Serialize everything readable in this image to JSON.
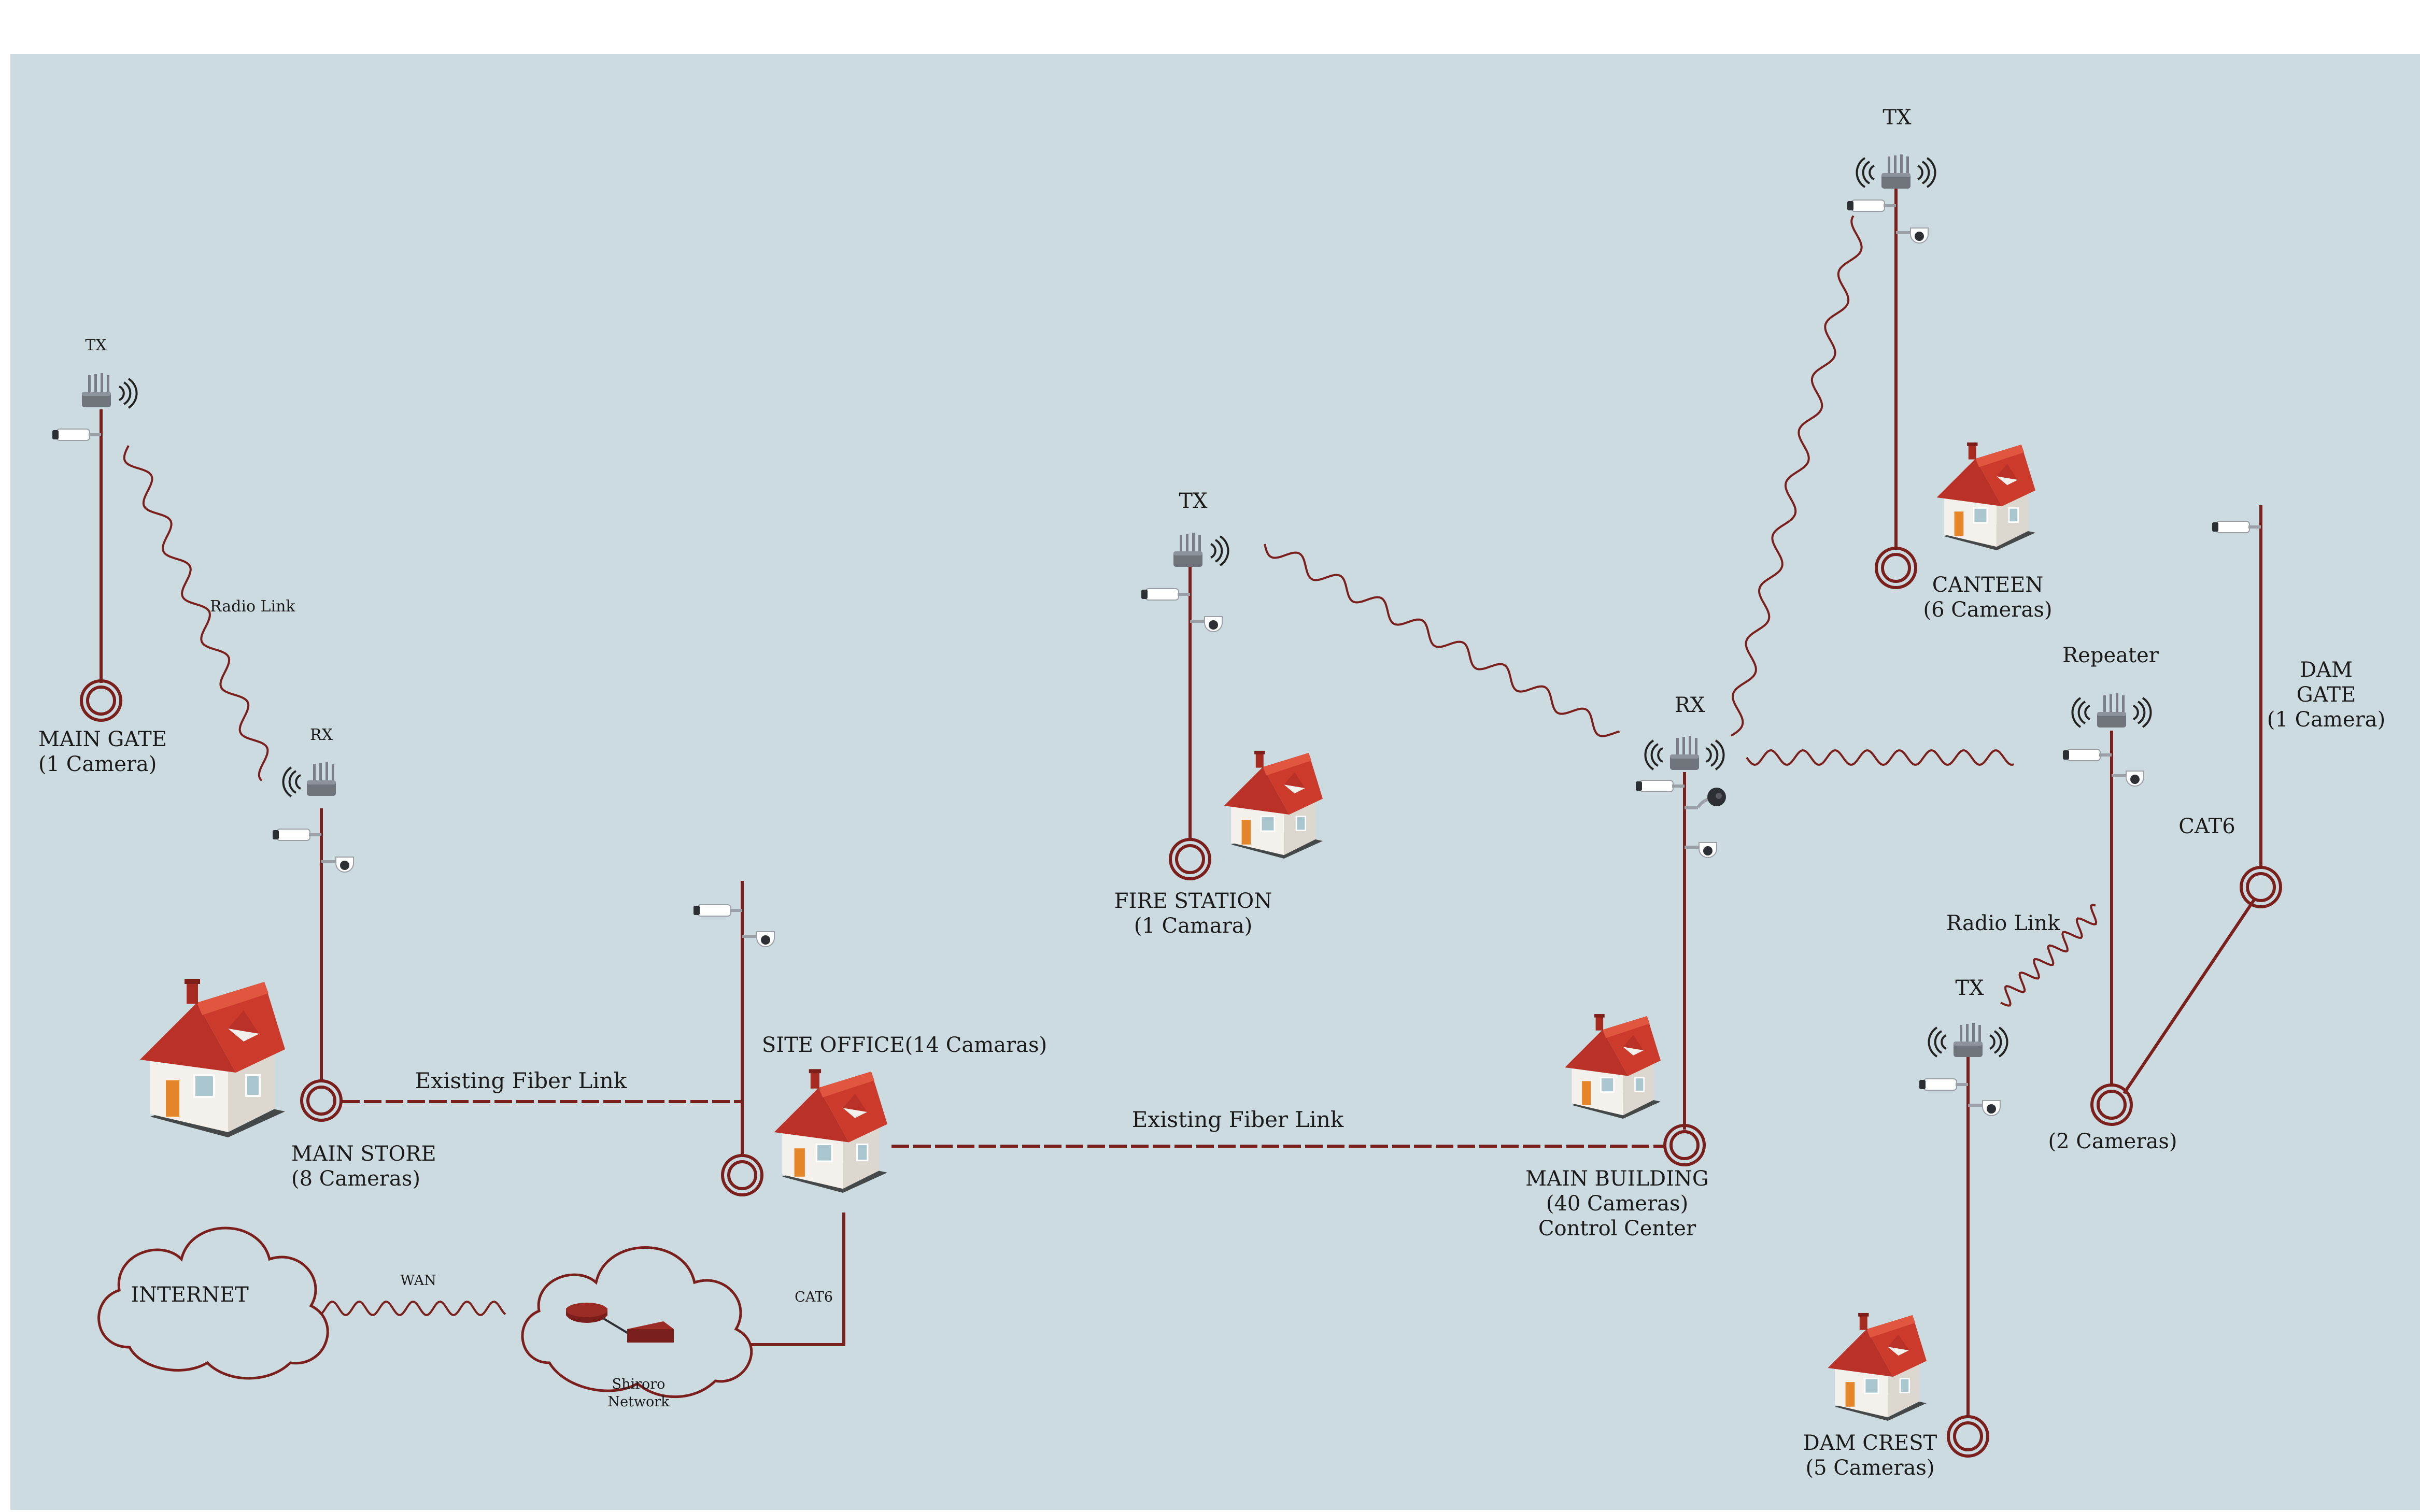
{
  "colors": {
    "background": "#cbdbe0",
    "line": "#7a1f1c",
    "roof": "#c0392b",
    "wall": "#f4f1ec"
  },
  "labels": {
    "main_gate": [
      "MAIN GATE",
      "(1 Camera)"
    ],
    "main_store": [
      "MAIN STORE",
      "(8 Cameras)"
    ],
    "site_office": [
      "SITE OFFICE(14 Camaras)"
    ],
    "fire_station": [
      "FIRE STATION",
      "(1 Camara)"
    ],
    "main_building": [
      "MAIN BUILDING",
      "(40 Cameras)",
      "Control Center"
    ],
    "canteen": [
      "CANTEEN",
      "(6 Cameras)"
    ],
    "dam_gate": [
      "DAM",
      "GATE",
      "(1 Camera)"
    ],
    "repeater_site": [
      "(2 Cameras)"
    ],
    "dam_crest": [
      "DAM CREST",
      "(5 Cameras)"
    ],
    "internet": "INTERNET",
    "shiroro": [
      "Shiroro",
      "Network"
    ]
  },
  "radios": {
    "tx": "TX",
    "rx": "RX",
    "repeater": "Repeater"
  },
  "links": {
    "radio_link": "Radio Link",
    "fiber_link": "Existing Fiber Link",
    "cat6": "CAT6",
    "wan": "WAN"
  },
  "icons": {
    "house": "house-icon",
    "radio": "radio-antenna-icon",
    "bullet_camera": "bullet-camera-icon",
    "dome_camera": "dome-camera-icon",
    "ptz_camera": "ptz-camera-icon",
    "node": "node-ring-icon",
    "cloud": "cloud-icon",
    "router": "router-icon"
  }
}
